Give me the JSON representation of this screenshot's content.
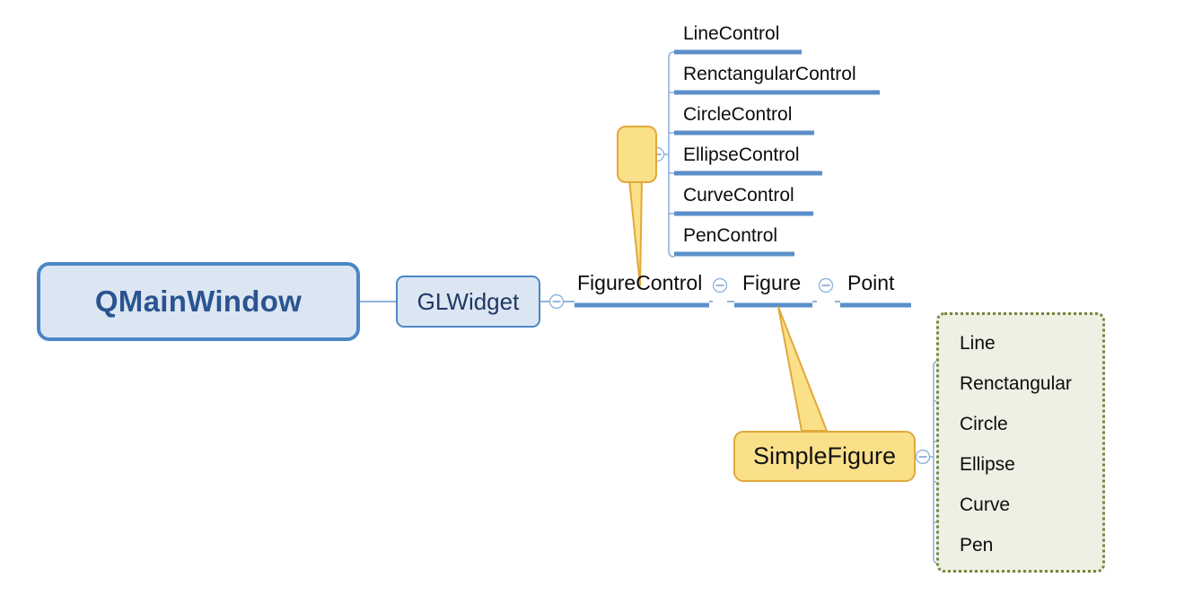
{
  "diagram": {
    "title": "Qt drawing application class hierarchy mind map",
    "type": "mind-map",
    "background_color": "#ffffff",
    "colors": {
      "node_fill_blue": "#dce6f3",
      "node_border_blue": "#4d86c6",
      "root_text": "#2a5490",
      "node_text": "#1f3864",
      "underline_blue": "#5b8fc9",
      "connector_blue": "#8fb4dd",
      "callout_fill": "#fbe08a",
      "callout_border": "#e0a93c",
      "group_fill": "#eef0e4",
      "group_border": "#77843f",
      "plain_text": "#0d0d0d"
    }
  },
  "root": {
    "label": "QMainWindow"
  },
  "level2": {
    "label": "GLWidget"
  },
  "chain": {
    "nodes": [
      {
        "label": "FigureControl",
        "has_toggle": true
      },
      {
        "label": "Figure",
        "has_toggle": true
      },
      {
        "label": "Point",
        "has_toggle": false
      }
    ]
  },
  "control_branch": {
    "toggle": "collapse-toggle",
    "items": [
      {
        "label": "LineControl"
      },
      {
        "label": "RenctangularControl"
      },
      {
        "label": "CircleControl"
      },
      {
        "label": "EllipseControl"
      },
      {
        "label": "CurveControl"
      },
      {
        "label": "PenControl"
      }
    ]
  },
  "figure_branch": {
    "toggle": "collapse-toggle",
    "group_label": "",
    "items": [
      {
        "label": "Line"
      },
      {
        "label": "Renctangular"
      },
      {
        "label": "Circle"
      },
      {
        "label": "Ellipse"
      },
      {
        "label": "Curve"
      },
      {
        "label": "Pen"
      }
    ]
  },
  "callouts": {
    "control_callout": {
      "label": ""
    },
    "figure_callout": {
      "label": "SimpleFigure"
    }
  },
  "toggles": {
    "glwidget_toggle": "collapse-toggle",
    "figurecontrol_toggle": "collapse-toggle",
    "figure_toggle": "collapse-toggle",
    "control_branch_toggle": "collapse-toggle",
    "figure_branch_toggle": "collapse-toggle"
  }
}
